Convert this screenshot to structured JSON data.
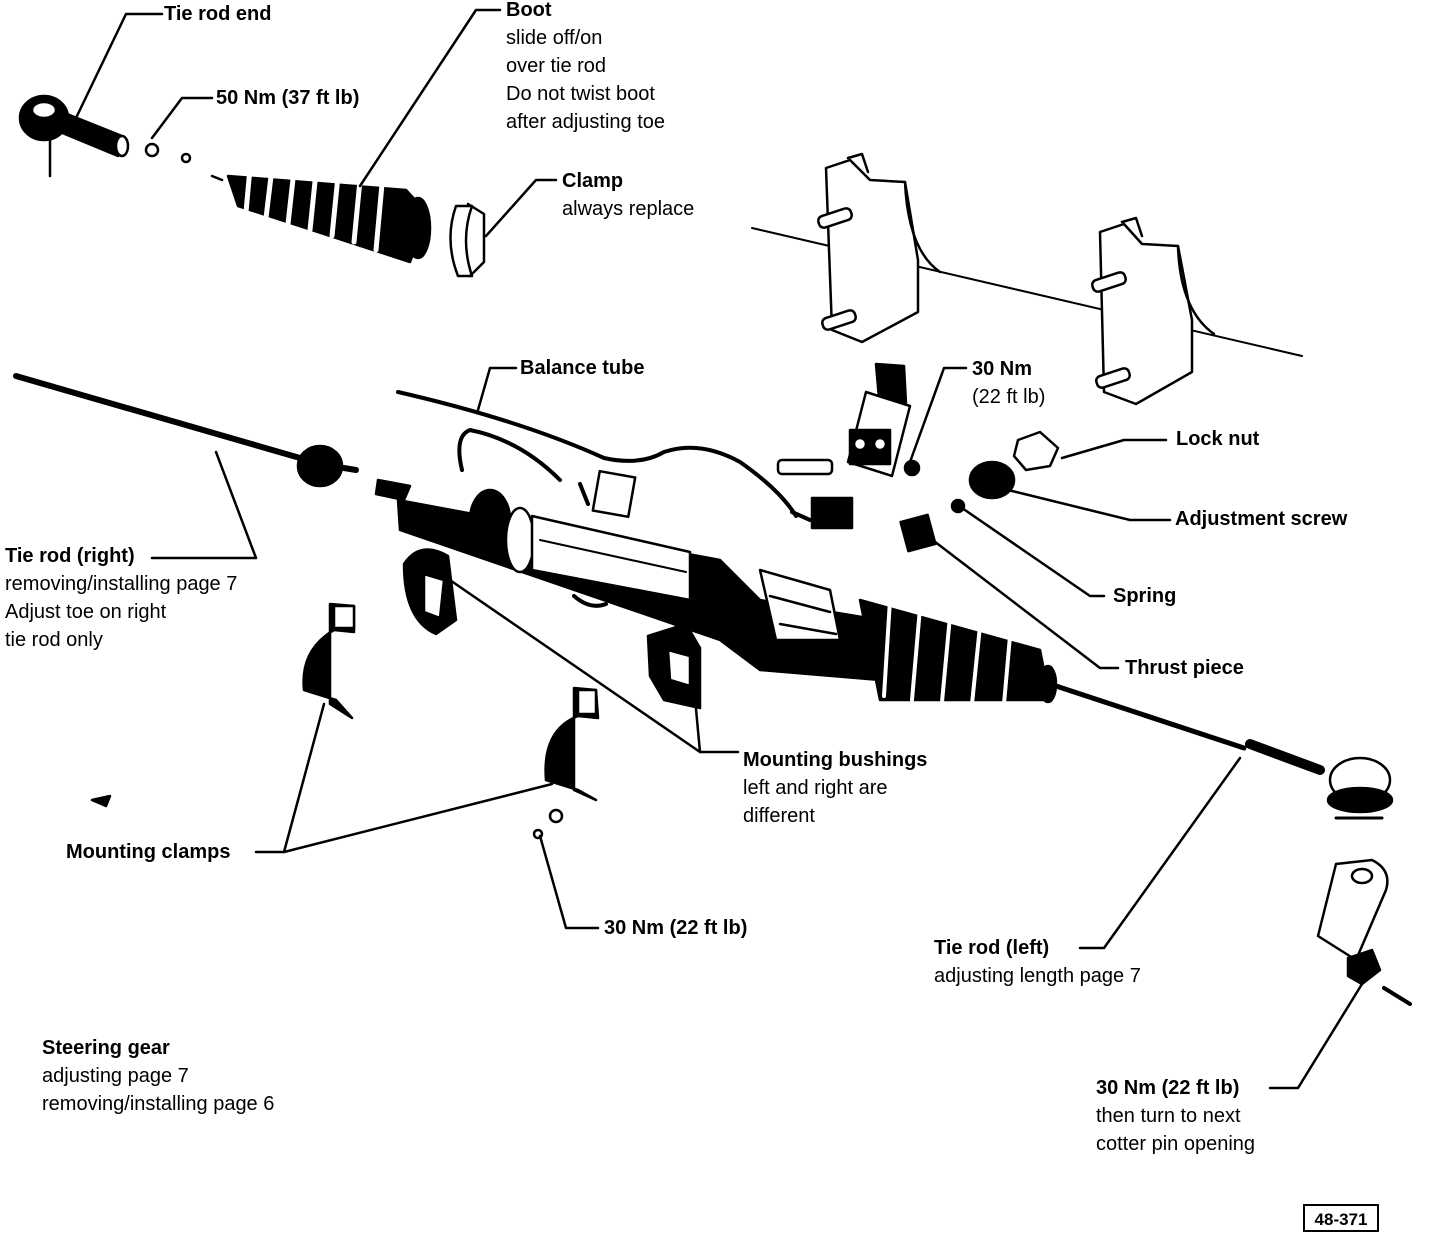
{
  "labels": {
    "tie_rod_end": {
      "title": "Tie rod end"
    },
    "boot": {
      "title": "Boot",
      "lines": [
        "slide off/on",
        "over tie rod",
        "Do not twist boot",
        "after adjusting toe"
      ]
    },
    "torque_50": {
      "title": "50 Nm (37 ft lb)"
    },
    "clamp": {
      "title": "Clamp",
      "lines": [
        "always replace"
      ]
    },
    "balance_tube": {
      "title": "Balance tube"
    },
    "torque_30_pinch": {
      "title": "30 Nm",
      "lines": [
        "(22 ft lb)"
      ]
    },
    "lock_nut": {
      "title": "Lock nut"
    },
    "adjustment_screw": {
      "title": "Adjustment screw"
    },
    "spring": {
      "title": "Spring"
    },
    "thrust_piece": {
      "title": "Thrust piece"
    },
    "tie_rod_right": {
      "title": "Tie rod (right)",
      "lines": [
        "removing/installing page 7",
        "Adjust toe on right",
        "tie rod only"
      ]
    },
    "mounting_bushings": {
      "title": "Mounting bushings",
      "lines": [
        "left and right are",
        "different"
      ]
    },
    "mounting_clamps": {
      "title": "Mounting clamps"
    },
    "torque_30_clamps": {
      "title": "30 Nm (22 ft lb)"
    },
    "tie_rod_left": {
      "title": "Tie rod (left)",
      "lines": [
        "adjusting length page 7"
      ]
    },
    "steering_gear": {
      "title": "Steering gear",
      "lines": [
        "adjusting page 7",
        "removing/installing page 6"
      ]
    },
    "torque_30_cotter": {
      "title": "30 Nm (22 ft lb)",
      "lines": [
        "then turn to next",
        "cotter pin opening"
      ]
    }
  },
  "figure_number": "48-371"
}
